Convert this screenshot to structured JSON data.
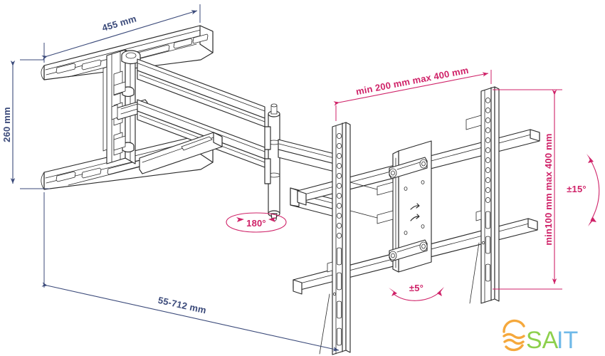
{
  "drawing": {
    "title": "TV wall mount bracket technical dimension drawing",
    "background_color": "#ffffff",
    "line_color": "#2b2b2b"
  },
  "dimensions": {
    "blue_color": "#3b4a7a",
    "pink_color": "#cf2268",
    "items": [
      {
        "id": "plate-width",
        "label": "455 mm",
        "color": "#3b4a7a",
        "orientation": "slanted-top"
      },
      {
        "id": "plate-height",
        "label": "260 mm",
        "color": "#3b4a7a",
        "orientation": "vertical-left"
      },
      {
        "id": "extension",
        "label": "55-712 mm",
        "color": "#3b4a7a",
        "orientation": "slanted-bottom"
      },
      {
        "id": "vesa-width",
        "label": "min 200 mm max 400 mm",
        "color": "#cf2268",
        "orientation": "slanted-top-right"
      },
      {
        "id": "vesa-height",
        "label": "min100 mm max 400 mm",
        "color": "#cf2268",
        "orientation": "vertical-right"
      }
    ]
  },
  "angles": {
    "swivel": {
      "label": "180°",
      "color": "#cf2268",
      "type": "ellipse-double-arrow"
    },
    "tilt_ud": {
      "label": "±15°",
      "color": "#cf2268",
      "type": "arc-double-arrow-vertical"
    },
    "tilt_lr": {
      "label": "±5°",
      "color": "#cf2268",
      "type": "arc-double-arrow-horizontal"
    }
  },
  "logo": {
    "mark_name": "wave-circle-mark",
    "mark_color": "#f5a83c",
    "text_part1": "SA",
    "text_part1_color": "#8dd04c",
    "text_part2": "IT",
    "text_part2_color": "#6fb9e8"
  }
}
